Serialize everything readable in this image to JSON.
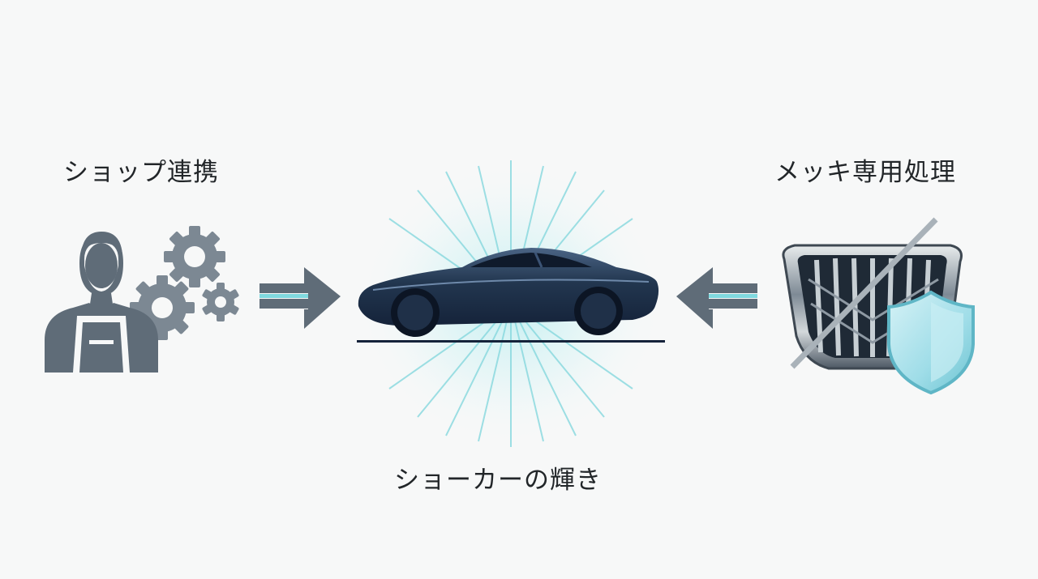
{
  "labels": {
    "left": "ショップ連携",
    "right": "メッキ専用処理",
    "center": "ショーカーの輝き"
  },
  "icons": {
    "left": "mechanic-with-gears-icon",
    "center": "sports-car-icon",
    "right": "chrome-grille-with-shield-icon",
    "arrow_left": "arrow-right-icon",
    "arrow_right": "arrow-left-icon"
  },
  "colors": {
    "background": "#f7f8f8",
    "icon_gray": "#5f6c78",
    "gear_gray": "#7c8893",
    "car_navy": "#1d2d42",
    "glow_cyan": "#7fd9df",
    "shield_cyan": "#9fdde8",
    "text": "#222629"
  }
}
